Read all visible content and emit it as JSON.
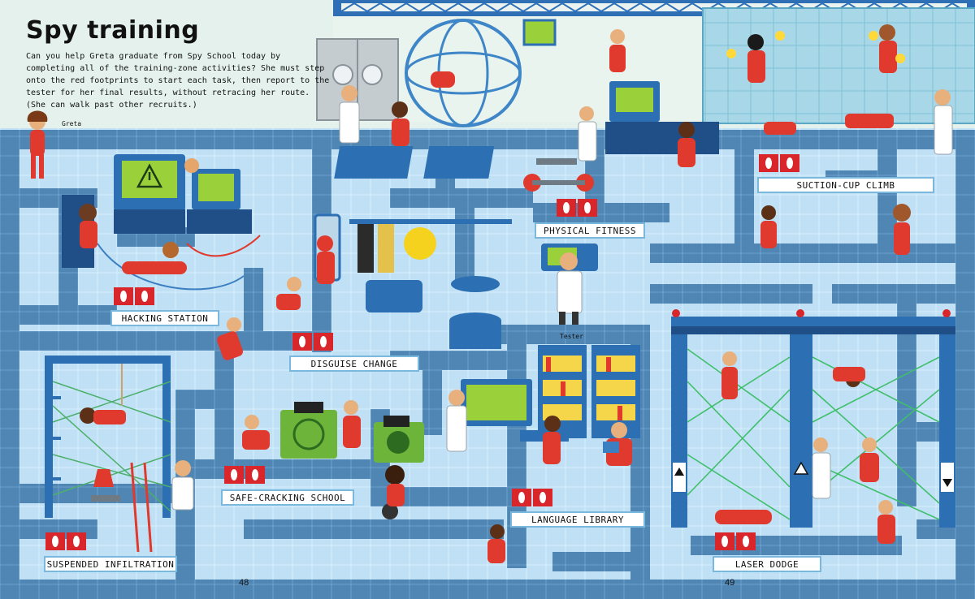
{
  "title": "Spy training",
  "intro": "Can you help Greta graduate from Spy School today by completing all of the training-zone activities? She must step onto the red footprints to start each task, then report to the tester for her final results, without retracing her route. (She can walk past other recruits.)",
  "characters": {
    "greta": "Greta",
    "tester": "Tester"
  },
  "zones": {
    "hacking": "HACKING STATION",
    "disguise": "DISGUISE CHANGE",
    "fitness": "PHYSICAL FITNESS",
    "suction": "SUCTION-CUP CLIMB",
    "safe": "SAFE-CRACKING SCHOOL",
    "language": "LANGUAGE LIBRARY",
    "suspended": "SUSPENDED INFILTRATION",
    "laser": "LASER DODGE"
  },
  "pages": {
    "left": "48",
    "right": "49"
  },
  "colors": {
    "floor": "#bfe0f5",
    "path": "#4f86b4",
    "wall": "#e4f1ec",
    "recruit": "#e03a2e",
    "footprint": "#d8262b",
    "screen": "#9ad03a"
  },
  "icons": [
    "footprint-icon",
    "warning-icon",
    "up-arrow-icon",
    "down-arrow-icon"
  ]
}
